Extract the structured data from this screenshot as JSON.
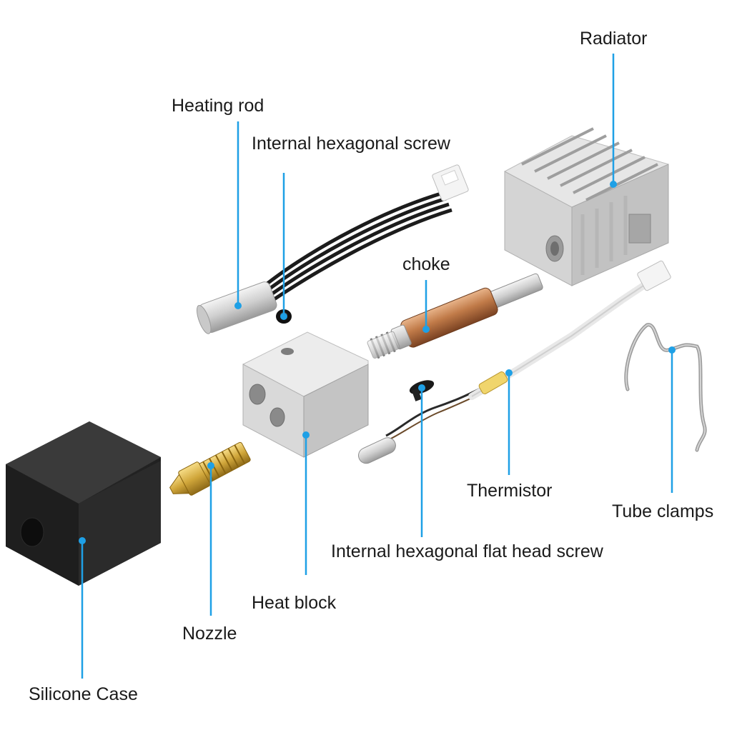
{
  "accent_color": "#1ea0e6",
  "labels": {
    "radiator": "Radiator",
    "heating_rod": "Heating rod",
    "internal_hex_screw": "Internal hexagonal screw",
    "choke": "choke",
    "thermistor": "Thermistor",
    "tube_clamps": "Tube clamps",
    "flat_head_screw": "Internal hexagonal flat head screw",
    "heat_block": "Heat block",
    "nozzle": "Nozzle",
    "silicone_case": "Silicone Case"
  }
}
